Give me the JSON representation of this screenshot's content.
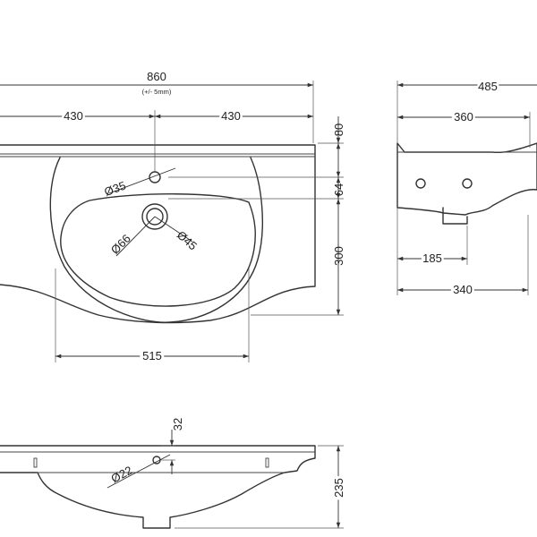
{
  "front_view": {
    "overall_width": "860",
    "tolerance": "(+/- 5mm)",
    "half_left": "430",
    "half_right": "430",
    "bowl_width": "515",
    "tap_hole_diameter": "Ø35",
    "waste_outer_diameter": "Ø66",
    "waste_inner_diameter": "Ø45",
    "rim_height": "80",
    "tap_to_waste": "64",
    "bowl_depth": "300"
  },
  "side_view": {
    "overall_depth": "485",
    "back_to_bowl": "360",
    "back_to_waste": "185",
    "base_depth": "340"
  },
  "section_view": {
    "overflow_offset": "32",
    "overflow_diameter": "Ø22",
    "overall_height": "235"
  }
}
